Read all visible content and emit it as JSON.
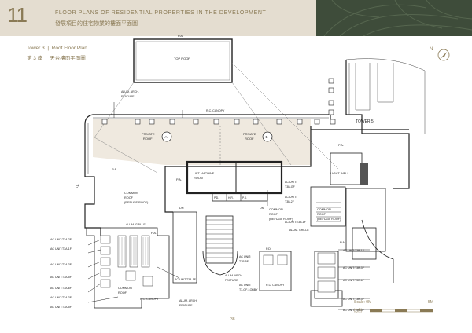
{
  "header": {
    "page_number": "11",
    "title_en": "FLOOR PLANS OF RESIDENTIAL PROPERTIES IN THE DEVELOPMENT",
    "title_zh": "發展項目的住宅物業的樓面平面圖",
    "bg_color": "#e4ddd0",
    "corner_color": "#3e4c3a",
    "accent_color": "#8a7a55"
  },
  "subheader": {
    "tower_en": "Tower 3",
    "sep": "|",
    "plan_en": "Roof Floor Plan",
    "tower_zh": "第 3 座",
    "plan_zh": "天台樓面平面圖"
  },
  "compass": {
    "label": "N"
  },
  "plan_labels": {
    "pa_top": "P.A.",
    "top_roof": "TOP ROOF",
    "alum_arch_top": "ALUM. ARCH.",
    "feature_top": "FEATURE",
    "rc_canopy_top": "R.C. CANOPY",
    "tower5": "TOWER 5",
    "private_roof": "PRIVATE",
    "roof": "ROOF",
    "mark_a": "A",
    "mark_b": "B",
    "pa": "P.A.",
    "light_well": "LIGHT WELL",
    "lift_machine": "LIFT MACHINE",
    "room": "ROOM",
    "pd": "P.D.",
    "hr": "H.R.",
    "ac_unit": "AC UNIT:",
    "t3b_gf": "T3B-GF",
    "t3b_2f": "T3B-2F",
    "common": "COMMON",
    "roof_refuge": "ROOF",
    "refuge": "(REFUGE ROOF)",
    "dn": "DN",
    "alum_grille": "ALUM. GRILLE",
    "ac_t3a_2f": "AC UNIT:T3A-2F",
    "ac_t3a_1f": "AC UNIT:T3A-1F",
    "ac_t3a_3f": "AC UNIT:T3A-3F",
    "ac_t3a_5f": "AC UNIT:T3A-5F",
    "ac_t3a_6f": "AC UNIT:T3A-6F",
    "ac_t3a_3f_b": "AC UNIT:T3A-3F",
    "ac_t3a_5f_b": "AC UNIT:T3A-5F",
    "ac_t3a_6f_b": "AC UNIT:T3A-6F",
    "ac_t3a_5f_mid": "AC UNIT:T3A-5F",
    "ac_t3b_1f": "AC UNIT:T3B-1F",
    "ac_t3b_3f": "AC UNIT:T3B-3F",
    "ac_t3b_5f": "AC UNIT:T3B-5F",
    "ac_t3b_6f": "AC UNIT:T3B-6F",
    "ac_t3b_3f_b": "AC UNIT:T3B-3F",
    "ac_t3b_5f_b": "AC UNIT:T3B-5F",
    "ac_unit_mid": "AC UNIT:",
    "t3b_5f": "T3B-5F",
    "t3_gf_lobby": "T3-GF-LOBBY",
    "rc_canopy": "R.C. CANOPY",
    "alum_arch": "ALUM. ARCH.",
    "feature": "FEATURE",
    "pd_label": "P.D."
  },
  "scale": {
    "label_en": "Scale:",
    "label_zh": "比例：",
    "start": "0M",
    "end": "5M"
  },
  "footer": {
    "page": "38"
  }
}
